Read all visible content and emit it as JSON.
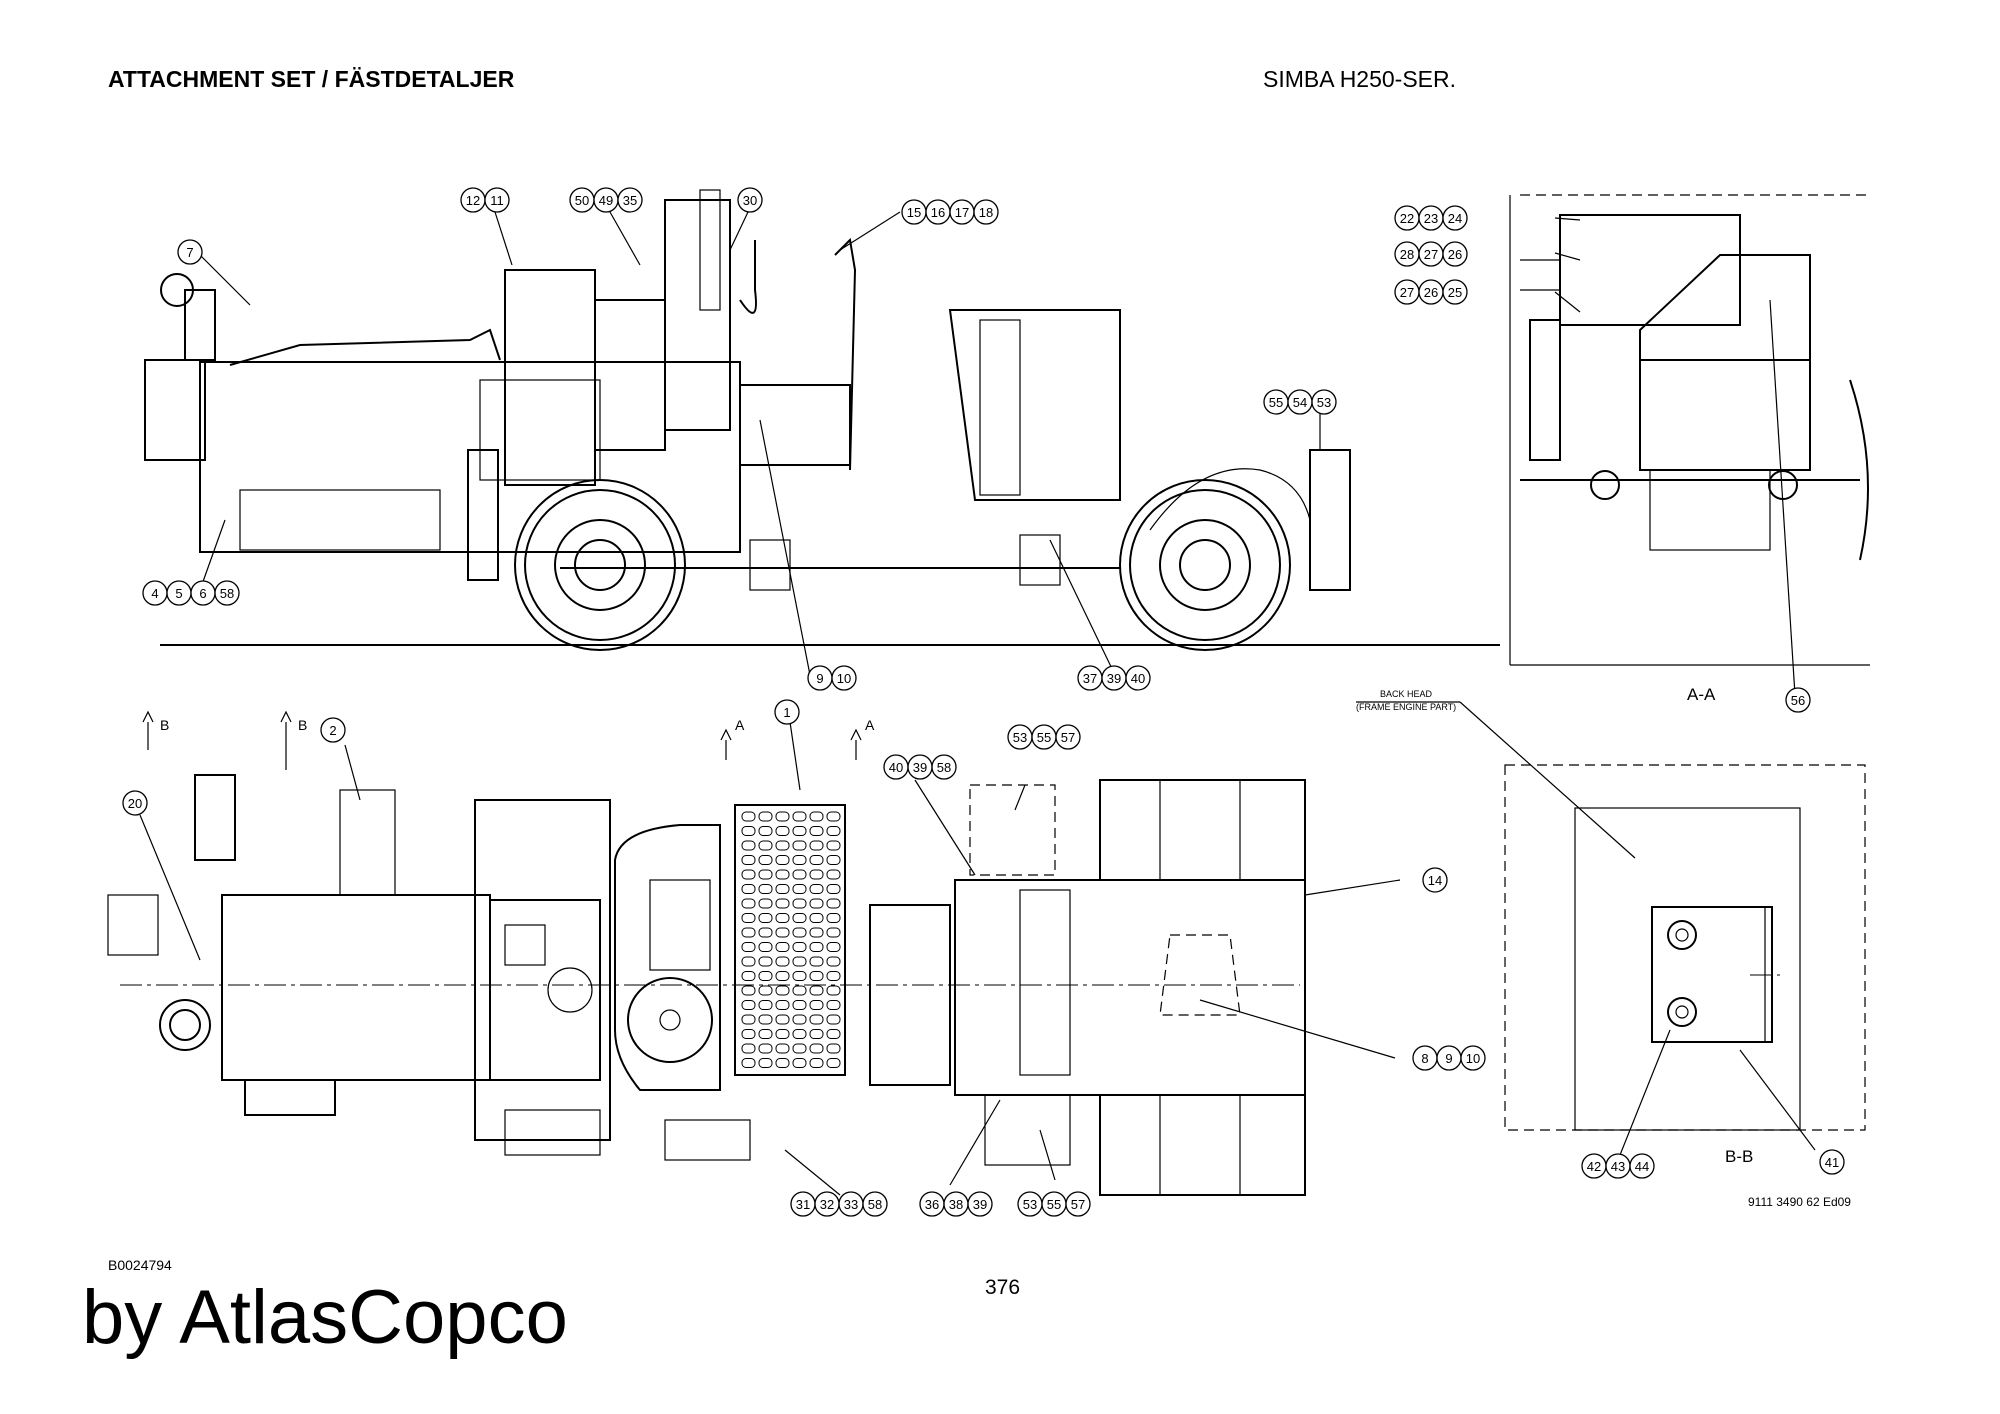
{
  "header": {
    "title": "ATTACHMENT SET / FÄSTDETALJER",
    "model": "SIMBA H250-SER."
  },
  "footer": {
    "drawing_code": "B0024794",
    "page_number": "376",
    "brand": "by AtlasCopco"
  },
  "drawing": {
    "doc_number": "9111 3490 62 Ed09",
    "section_aa": "A-A",
    "section_bb": "B-B",
    "note_line1": "BACK HEAD",
    "note_line2": "(FRAME ENGINE PART)",
    "section_marks": {
      "a": "A",
      "b": "B"
    }
  },
  "callouts": [
    {
      "id": "c-12-11",
      "labels": [
        "12",
        "11"
      ]
    },
    {
      "id": "c-50-49-35",
      "labels": [
        "50",
        "49",
        "35"
      ]
    },
    {
      "id": "c-30",
      "labels": [
        "30"
      ]
    },
    {
      "id": "c-15-16-17-18",
      "labels": [
        "15",
        "16",
        "17",
        "18"
      ]
    },
    {
      "id": "c-7",
      "labels": [
        "7"
      ]
    },
    {
      "id": "c-55-54-53",
      "labels": [
        "55",
        "54",
        "53"
      ]
    },
    {
      "id": "c-4-5-6-58",
      "labels": [
        "4",
        "5",
        "6",
        "58"
      ]
    },
    {
      "id": "c-9-10",
      "labels": [
        "9",
        "10"
      ]
    },
    {
      "id": "c-37-39-40",
      "labels": [
        "37",
        "39",
        "40"
      ]
    },
    {
      "id": "c-22-23-24",
      "labels": [
        "22",
        "23",
        "24"
      ]
    },
    {
      "id": "c-28-27-26",
      "labels": [
        "28",
        "27",
        "26"
      ]
    },
    {
      "id": "c-27-26-25",
      "labels": [
        "27",
        "26",
        "25"
      ]
    },
    {
      "id": "c-56",
      "labels": [
        "56"
      ]
    },
    {
      "id": "c-1",
      "labels": [
        "1"
      ]
    },
    {
      "id": "c-2",
      "labels": [
        "2"
      ]
    },
    {
      "id": "c-20",
      "labels": [
        "20"
      ]
    },
    {
      "id": "c-53-55-57-top",
      "labels": [
        "53",
        "55",
        "57"
      ]
    },
    {
      "id": "c-40-39-58",
      "labels": [
        "40",
        "39",
        "58"
      ]
    },
    {
      "id": "c-14",
      "labels": [
        "14"
      ]
    },
    {
      "id": "c-8-9-10",
      "labels": [
        "8",
        "9",
        "10"
      ]
    },
    {
      "id": "c-31-32-33-58",
      "labels": [
        "31",
        "32",
        "33",
        "58"
      ]
    },
    {
      "id": "c-36-38-39",
      "labels": [
        "36",
        "38",
        "39"
      ]
    },
    {
      "id": "c-53-55-57-bottom",
      "labels": [
        "53",
        "55",
        "57"
      ]
    },
    {
      "id": "c-42-43-44",
      "labels": [
        "42",
        "43",
        "44"
      ]
    },
    {
      "id": "c-41",
      "labels": [
        "41"
      ]
    }
  ]
}
